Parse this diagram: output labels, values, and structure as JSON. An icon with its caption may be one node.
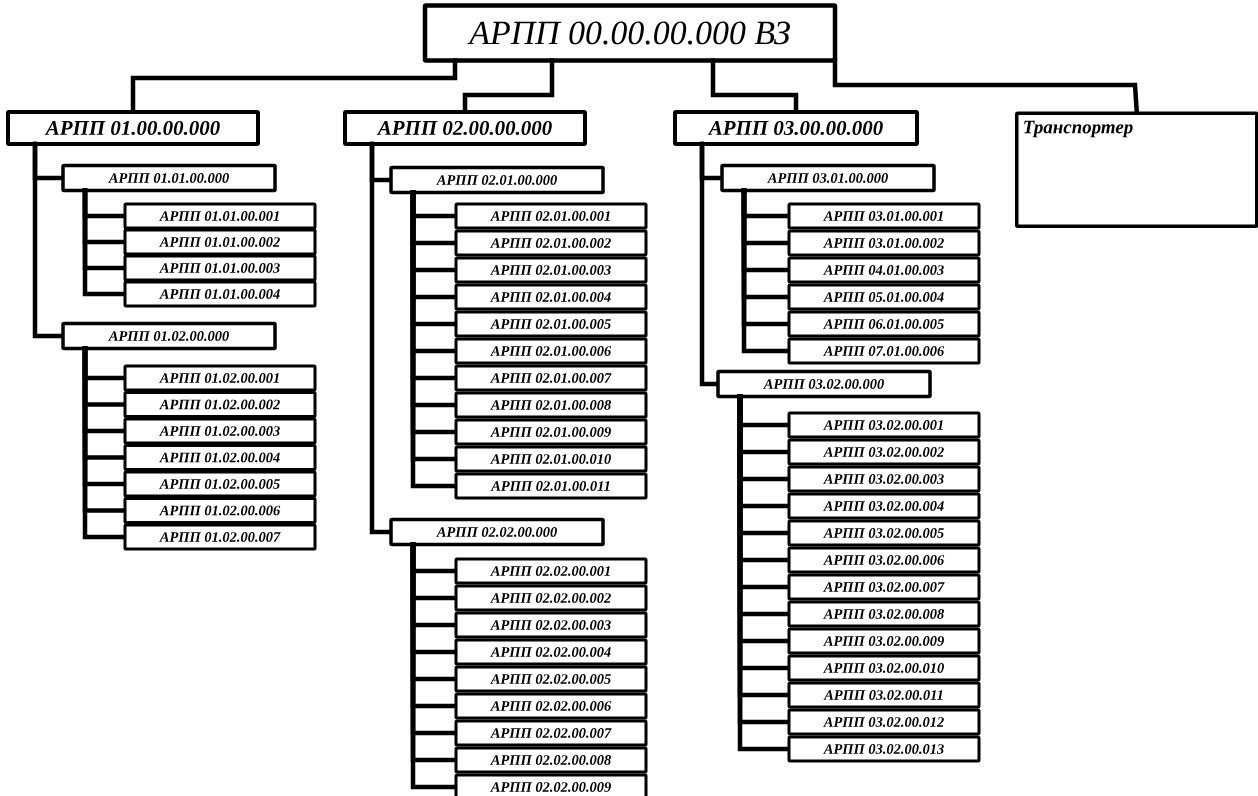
{
  "diagram": {
    "nodes": [
      {
        "text": [
          "АРПП 00.00.00.000 ВЗ"
        ]
      },
      {
        "text": [
          "АРПП 01.00.00.000"
        ]
      },
      {
        "text": [
          "АРПП 01.01.00.000"
        ]
      },
      {
        "text": [
          "АРПП 01.01.00.001"
        ]
      },
      {
        "text": [
          "АРПП 01.01.00.002"
        ]
      },
      {
        "text": [
          "АРПП 01.01.00.003"
        ]
      },
      {
        "text": [
          "АРПП 01.01.00.004"
        ]
      },
      {
        "text": [
          "АРПП 01.02.00.000"
        ]
      },
      {
        "text": [
          "АРПП 01.02.00.001"
        ]
      },
      {
        "text": [
          "АРПП 01.02.00.002"
        ]
      },
      {
        "text": [
          "АРПП 01.02.00.003"
        ]
      },
      {
        "text": [
          "АРПП 01.02.00.004"
        ]
      },
      {
        "text": [
          "АРПП 01.02.00.005"
        ]
      },
      {
        "text": [
          "АРПП 01.02.00.006"
        ]
      },
      {
        "text": [
          "АРПП 01.02.00.007"
        ]
      },
      {
        "text": [
          "АРПП 02.00.00.000"
        ]
      },
      {
        "text": [
          "АРПП 02.01.00.000"
        ]
      },
      {
        "text": [
          "АРПП 02.01.00.001"
        ]
      },
      {
        "text": [
          "АРПП 02.01.00.002"
        ]
      },
      {
        "text": [
          "АРПП 02.01.00.003"
        ]
      },
      {
        "text": [
          "АРПП 02.01.00.004"
        ]
      },
      {
        "text": [
          "АРПП 02.01.00.005"
        ]
      },
      {
        "text": [
          "АРПП 02.01.00.006"
        ]
      },
      {
        "text": [
          "АРПП 02.01.00.007"
        ]
      },
      {
        "text": [
          "АРПП 02.01.00.008"
        ]
      },
      {
        "text": [
          "АРПП 02.01.00.009"
        ]
      },
      {
        "text": [
          "АРПП 02.01.00.010"
        ]
      },
      {
        "text": [
          "АРПП 02.01.00.011"
        ]
      },
      {
        "text": [
          "АРПП 02.02.00.000"
        ]
      },
      {
        "text": [
          "АРПП 02.02.00.001"
        ]
      },
      {
        "text": [
          "АРПП 02.02.00.002"
        ]
      },
      {
        "text": [
          "АРПП 02.02.00.003"
        ]
      },
      {
        "text": [
          "АРПП 02.02.00.004"
        ]
      },
      {
        "text": [
          "АРПП 02.02.00.005"
        ]
      },
      {
        "text": [
          "АРПП 02.02.00.006"
        ]
      },
      {
        "text": [
          "АРПП 02.02.00.007"
        ]
      },
      {
        "text": [
          "АРПП 02.02.00.008"
        ]
      },
      {
        "text": [
          "АРПП 02.02.00.009"
        ]
      },
      {
        "text": [
          "АРПП 03.00.00.000"
        ]
      },
      {
        "text": [
          "АРПП 03.01.00.000"
        ]
      },
      {
        "text": [
          "АРПП 03.01.00.001"
        ]
      },
      {
        "text": [
          "АРПП 03.01.00.002"
        ]
      },
      {
        "text": [
          "АРПП 04.01.00.003"
        ]
      },
      {
        "text": [
          "АРПП 05.01.00.004"
        ]
      },
      {
        "text": [
          "АРПП 06.01.00.005"
        ]
      },
      {
        "text": [
          "АРПП 07.01.00.006"
        ]
      },
      {
        "text": [
          "АРПП 03.02.00.000"
        ]
      },
      {
        "text": [
          "АРПП 03.02.00.001"
        ]
      },
      {
        "text": [
          "АРПП 03.02.00.002"
        ]
      },
      {
        "text": [
          "АРПП 03.02.00.003"
        ]
      },
      {
        "text": [
          "АРПП 03.02.00.004"
        ]
      },
      {
        "text": [
          "АРПП 03.02.00.005"
        ]
      },
      {
        "text": [
          "АРПП 03.02.00.006"
        ]
      },
      {
        "text": [
          "АРПП 03.02.00.007"
        ]
      },
      {
        "text": [
          "АРПП 03.02.00.008"
        ]
      },
      {
        "text": [
          "АРПП 03.02.00.009"
        ]
      },
      {
        "text": [
          "АРПП 03.02.00.010"
        ]
      },
      {
        "text": [
          "АРПП 03.02.00.011"
        ]
      },
      {
        "text": [
          "АРПП 03.02.00.012"
        ]
      },
      {
        "text": [
          "АРПП 03.02.00.013"
        ]
      },
      {
        "text": [
          "Транспортер"
        ]
      }
    ],
    "edges": [
      {
        "from": 0,
        "to": 1,
        "arrow": "none"
      },
      {
        "from": 1,
        "to": 2,
        "arrow": "none"
      },
      {
        "from": 2,
        "to": 3,
        "arrow": "none"
      },
      {
        "from": 2,
        "to": 4,
        "arrow": "none"
      },
      {
        "from": 2,
        "to": 5,
        "arrow": "none"
      },
      {
        "from": 2,
        "to": 6,
        "arrow": "none"
      },
      {
        "from": 1,
        "to": 7,
        "arrow": "none"
      },
      {
        "from": 7,
        "to": 8,
        "arrow": "none"
      },
      {
        "from": 7,
        "to": 9,
        "arrow": "none"
      },
      {
        "from": 7,
        "to": 10,
        "arrow": "none"
      },
      {
        "from": 7,
        "to": 11,
        "arrow": "none"
      },
      {
        "from": 7,
        "to": 12,
        "arrow": "none"
      },
      {
        "from": 7,
        "to": 13,
        "arrow": "none"
      },
      {
        "from": 7,
        "to": 14,
        "arrow": "none"
      },
      {
        "from": 0,
        "to": 15,
        "arrow": "none"
      },
      {
        "from": 15,
        "to": 16,
        "arrow": "none"
      },
      {
        "from": 16,
        "to": 17,
        "arrow": "none"
      },
      {
        "from": 16,
        "to": 18,
        "arrow": "none"
      },
      {
        "from": 16,
        "to": 19,
        "arrow": "none"
      },
      {
        "from": 16,
        "to": 20,
        "arrow": "none"
      },
      {
        "from": 16,
        "to": 21,
        "arrow": "none"
      },
      {
        "from": 16,
        "to": 22,
        "arrow": "none"
      },
      {
        "from": 16,
        "to": 23,
        "arrow": "none"
      },
      {
        "from": 16,
        "to": 24,
        "arrow": "none"
      },
      {
        "from": 16,
        "to": 25,
        "arrow": "none"
      },
      {
        "from": 16,
        "to": 26,
        "arrow": "none"
      },
      {
        "from": 16,
        "to": 27,
        "arrow": "none"
      },
      {
        "from": 15,
        "to": 28,
        "arrow": "none"
      },
      {
        "from": 28,
        "to": 29,
        "arrow": "none"
      },
      {
        "from": 28,
        "to": 30,
        "arrow": "none"
      },
      {
        "from": 28,
        "to": 31,
        "arrow": "none"
      },
      {
        "from": 28,
        "to": 32,
        "arrow": "none"
      },
      {
        "from": 28,
        "to": 33,
        "arrow": "none"
      },
      {
        "from": 28,
        "to": 34,
        "arrow": "none"
      },
      {
        "from": 28,
        "to": 35,
        "arrow": "none"
      },
      {
        "from": 28,
        "to": 36,
        "arrow": "none"
      },
      {
        "from": 28,
        "to": 37,
        "arrow": "none"
      },
      {
        "from": 0,
        "to": 38,
        "arrow": "none"
      },
      {
        "from": 38,
        "to": 39,
        "arrow": "none"
      },
      {
        "from": 39,
        "to": 40,
        "arrow": "none"
      },
      {
        "from": 39,
        "to": 41,
        "arrow": "none"
      },
      {
        "from": 39,
        "to": 42,
        "arrow": "none"
      },
      {
        "from": 39,
        "to": 43,
        "arrow": "none"
      },
      {
        "from": 39,
        "to": 44,
        "arrow": "none"
      },
      {
        "from": 39,
        "to": 45,
        "arrow": "none"
      },
      {
        "from": 38,
        "to": 46,
        "arrow": "none"
      },
      {
        "from": 46,
        "to": 47,
        "arrow": "none"
      },
      {
        "from": 46,
        "to": 48,
        "arrow": "none"
      },
      {
        "from": 46,
        "to": 49,
        "arrow": "none"
      },
      {
        "from": 46,
        "to": 50,
        "arrow": "none"
      },
      {
        "from": 46,
        "to": 51,
        "arrow": "none"
      },
      {
        "from": 46,
        "to": 52,
        "arrow": "none"
      },
      {
        "from": 46,
        "to": 53,
        "arrow": "none"
      },
      {
        "from": 46,
        "to": 54,
        "arrow": "none"
      },
      {
        "from": 46,
        "to": 55,
        "arrow": "none"
      },
      {
        "from": 46,
        "to": 56,
        "arrow": "none"
      },
      {
        "from": 46,
        "to": 57,
        "arrow": "none"
      },
      {
        "from": 46,
        "to": 58,
        "arrow": "none"
      },
      {
        "from": 46,
        "to": 59,
        "arrow": "none"
      },
      {
        "from": 0,
        "to": 60,
        "arrow": "none"
      }
    ]
  }
}
